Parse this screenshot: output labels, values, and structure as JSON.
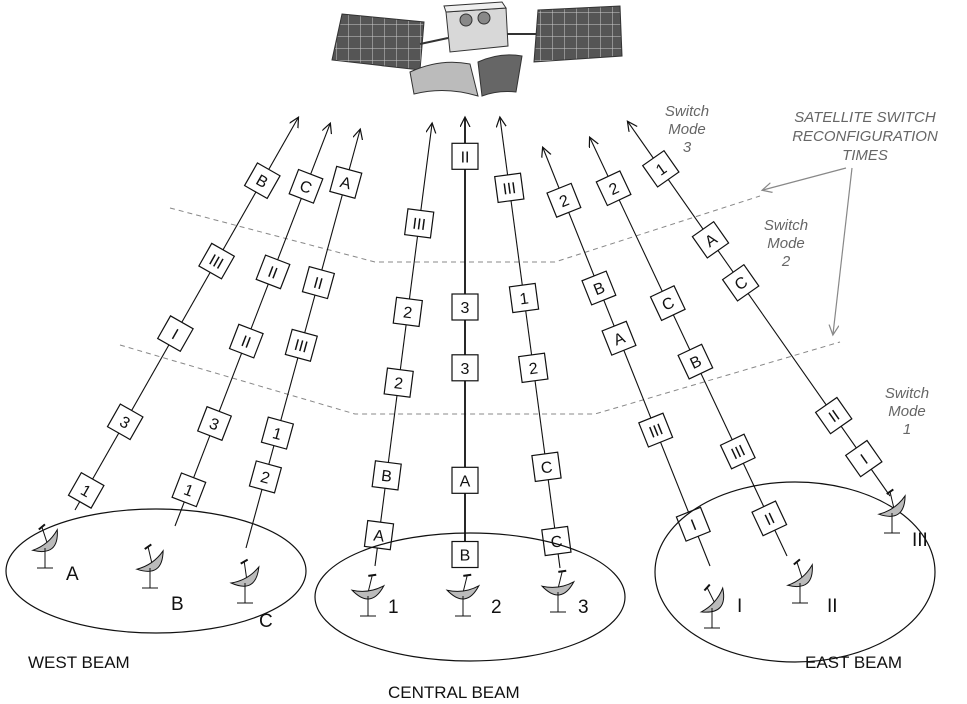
{
  "beams": {
    "west": "WEST BEAM",
    "central": "CENTRAL BEAM",
    "east": "EAST BEAM"
  },
  "stations": [
    "A",
    "B",
    "C",
    "1",
    "2",
    "3",
    "I",
    "II",
    "III"
  ],
  "switch_modes": [
    {
      "line1": "Switch",
      "line2": "Mode",
      "line3": "3"
    },
    {
      "line1": "Switch",
      "line2": "Mode",
      "line3": "2"
    },
    {
      "line1": "Switch",
      "line2": "Mode",
      "line3": "1"
    }
  ],
  "reconfiguration": {
    "line1": "SATELLITE SWITCH",
    "line2": "RECONFIGURATION",
    "line3": "TIMES"
  },
  "uplinks": [
    [
      "1",
      "3",
      "I",
      "III",
      "B"
    ],
    [
      "1",
      "3",
      "II",
      "II",
      "C"
    ],
    [
      "2",
      "1",
      "III",
      "II",
      "A"
    ],
    [
      "A",
      "B",
      "2",
      "2",
      "III"
    ],
    [
      "B",
      "A",
      "3",
      "3",
      "II"
    ],
    [
      "C",
      "C",
      "2",
      "1",
      "III"
    ],
    [
      "I",
      "III",
      "A",
      "B",
      "2"
    ],
    [
      "II",
      "III",
      "B",
      "C",
      "2"
    ],
    [
      "I",
      "II",
      "C",
      "A",
      "1"
    ]
  ],
  "colors": {
    "line": "#111111",
    "dashed": "#888888",
    "annotation": "#666666",
    "dish_fill": "#bbbbbb",
    "panel_fill": "#555555"
  }
}
